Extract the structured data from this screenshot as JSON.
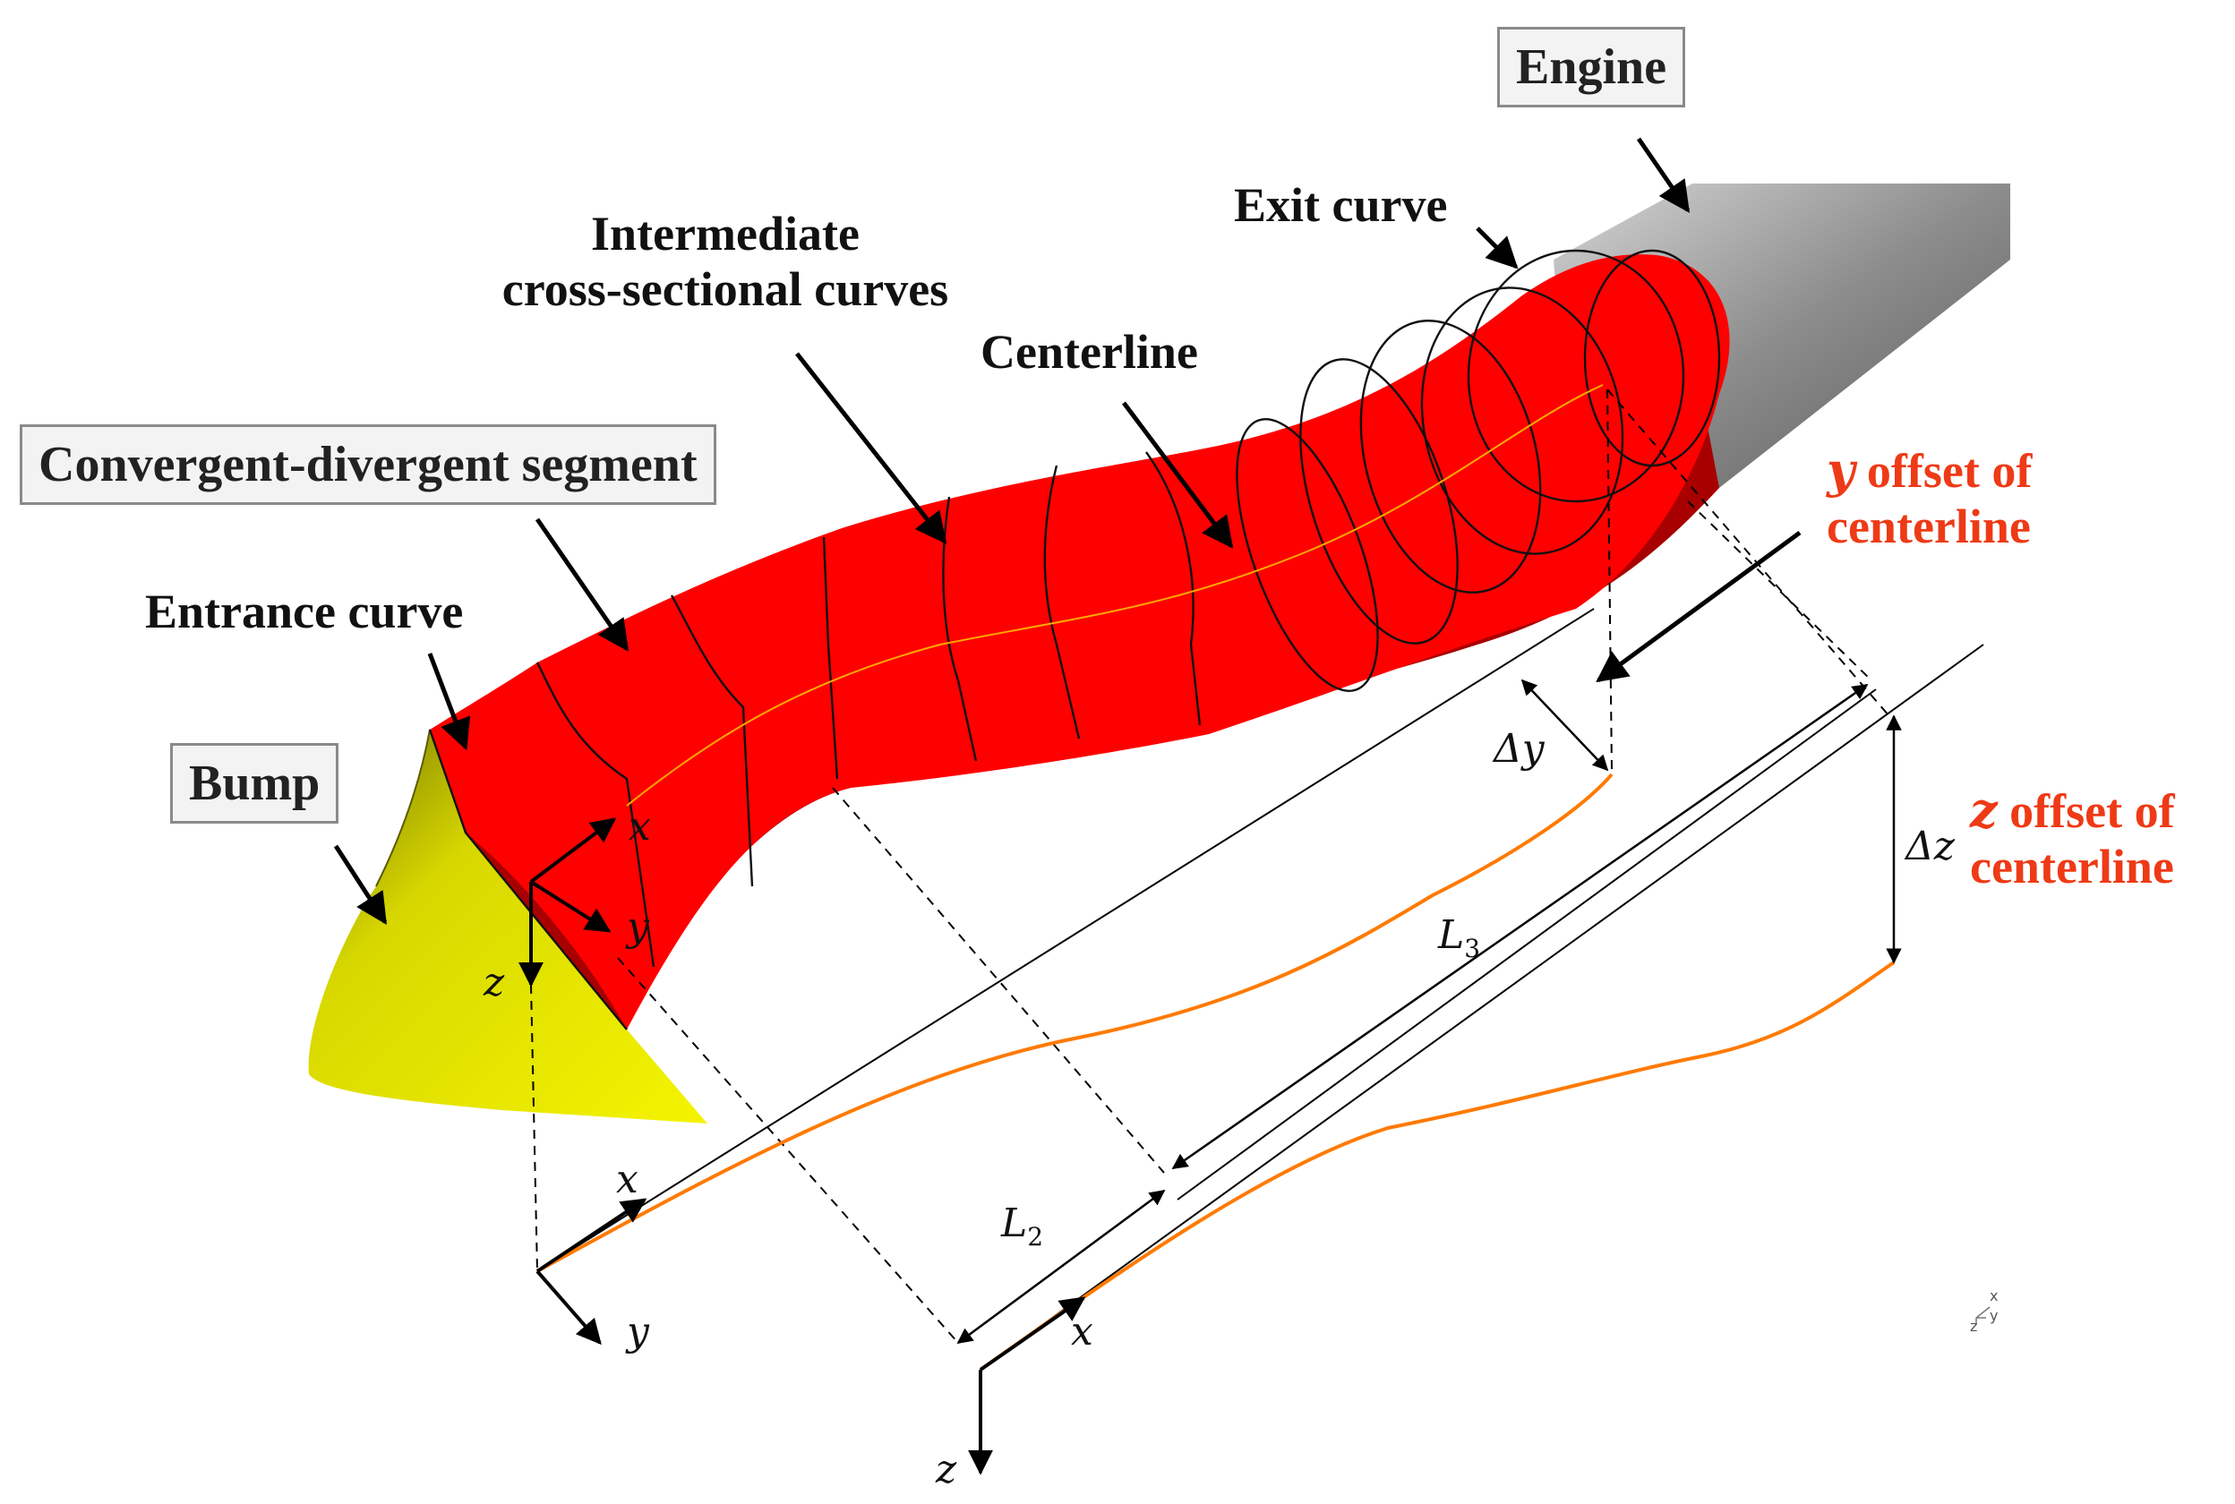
{
  "labels": {
    "engine": "Engine",
    "exit_curve": "Exit curve",
    "intermediate_line1": "Intermediate",
    "intermediate_line2": "cross-sectional curves",
    "centerline": "Centerline",
    "convergent_divergent": "Convergent-divergent segment",
    "entrance_curve": "Entrance curve",
    "bump": "Bump",
    "y_offset_var": "y",
    "y_offset_line1": " offset of",
    "y_offset_line2": "centerline",
    "z_offset_var": "z",
    "z_offset_line1": " offset of",
    "z_offset_line2": "centerline"
  },
  "math": {
    "delta_y": "Δy",
    "delta_z": "Δz",
    "L2": "L",
    "L2_sub": "2",
    "L3": "L",
    "L3_sub": "3",
    "axis_x": "x",
    "axis_y": "y",
    "axis_z": "z"
  },
  "triad": {
    "x": "x",
    "y": "y",
    "z": "z"
  },
  "colors": {
    "duct_red": "#ff0000",
    "duct_shadow": "#a00000",
    "bump_yellow": "#f0f000",
    "engine_gray": "#9a9a9a",
    "offset_orange": "#ff7a00",
    "label_red": "#ee3a16"
  }
}
